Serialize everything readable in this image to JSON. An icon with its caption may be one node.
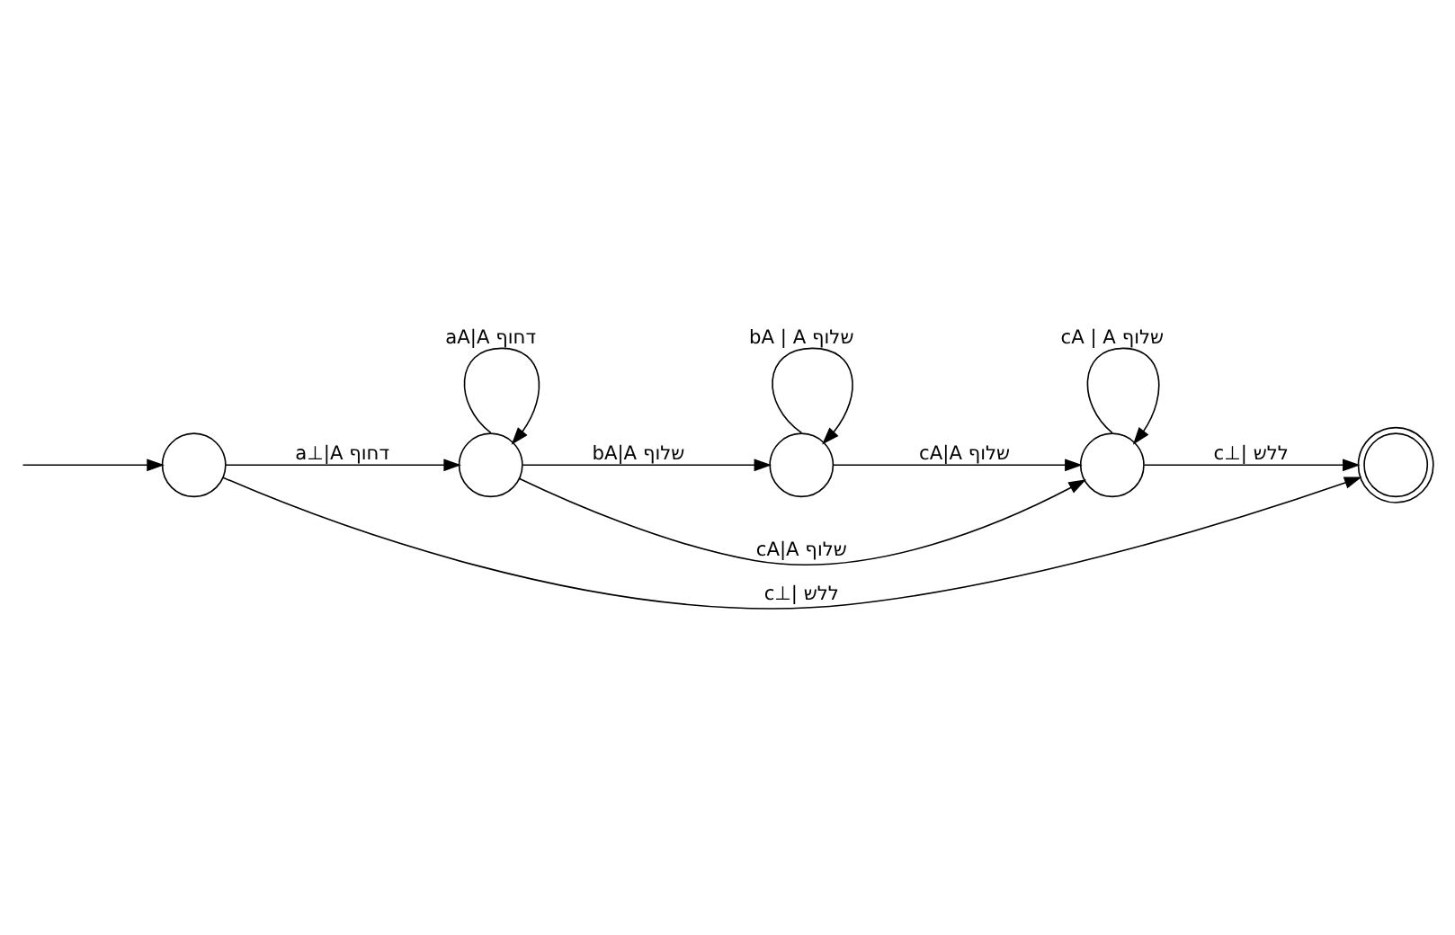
{
  "diagram": {
    "nodes": [
      {
        "text": [],
        "shape": "circle"
      },
      {
        "text": [],
        "shape": "circle"
      },
      {
        "text": [],
        "shape": "circle"
      },
      {
        "text": [],
        "shape": "circle"
      },
      {
        "text": [],
        "shape": "circle"
      }
    ],
    "edges": [
      {
        "from": null,
        "to": 0,
        "arrow": "to"
      },
      {
        "from": 0,
        "to": 1,
        "arrow": "to",
        "label": "a⊥|A דחוף"
      },
      {
        "from": 1,
        "to": 1,
        "arrow": "to",
        "label": "aA|A דחוף"
      },
      {
        "from": 1,
        "to": 2,
        "arrow": "to",
        "label": "bA|A שלוף"
      },
      {
        "from": 2,
        "to": 2,
        "arrow": "to",
        "label": "bA | A שלוף"
      },
      {
        "from": 2,
        "to": 3,
        "arrow": "to",
        "label": "cA|A שלוף"
      },
      {
        "from": 3,
        "to": 3,
        "arrow": "to",
        "label": "cA | A שלוף"
      },
      {
        "from": 1,
        "to": 3,
        "arrow": "to",
        "label": "cA|A שלוף"
      },
      {
        "from": 3,
        "to": 4,
        "arrow": "to",
        "label": "c⊥| ללש"
      },
      {
        "from": 0,
        "to": 4,
        "arrow": "to",
        "label": "c⊥| ללש"
      }
    ]
  }
}
